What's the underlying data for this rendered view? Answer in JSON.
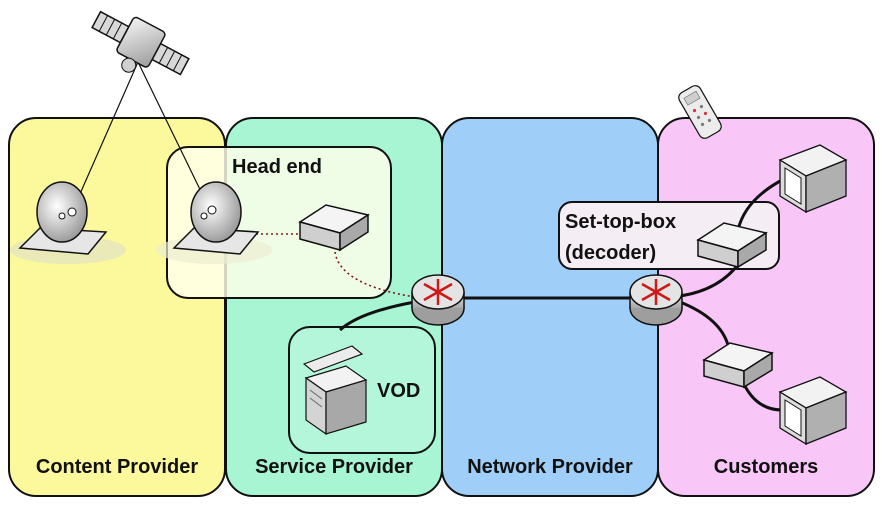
{
  "zones": {
    "content_provider": "Content Provider",
    "service_provider": "Service Provider",
    "network_provider": "Network Provider",
    "customers": "Customers"
  },
  "boxes": {
    "head_end": "Head end",
    "vod": "VOD",
    "set_top_box_line1": "Set-top-box",
    "set_top_box_line2": "(decoder)"
  },
  "colors": {
    "content_provider": "#fbf99b",
    "service_provider": "#a8f5d4",
    "network_provider": "#9fcef8",
    "customers": "#f8c6f7"
  }
}
